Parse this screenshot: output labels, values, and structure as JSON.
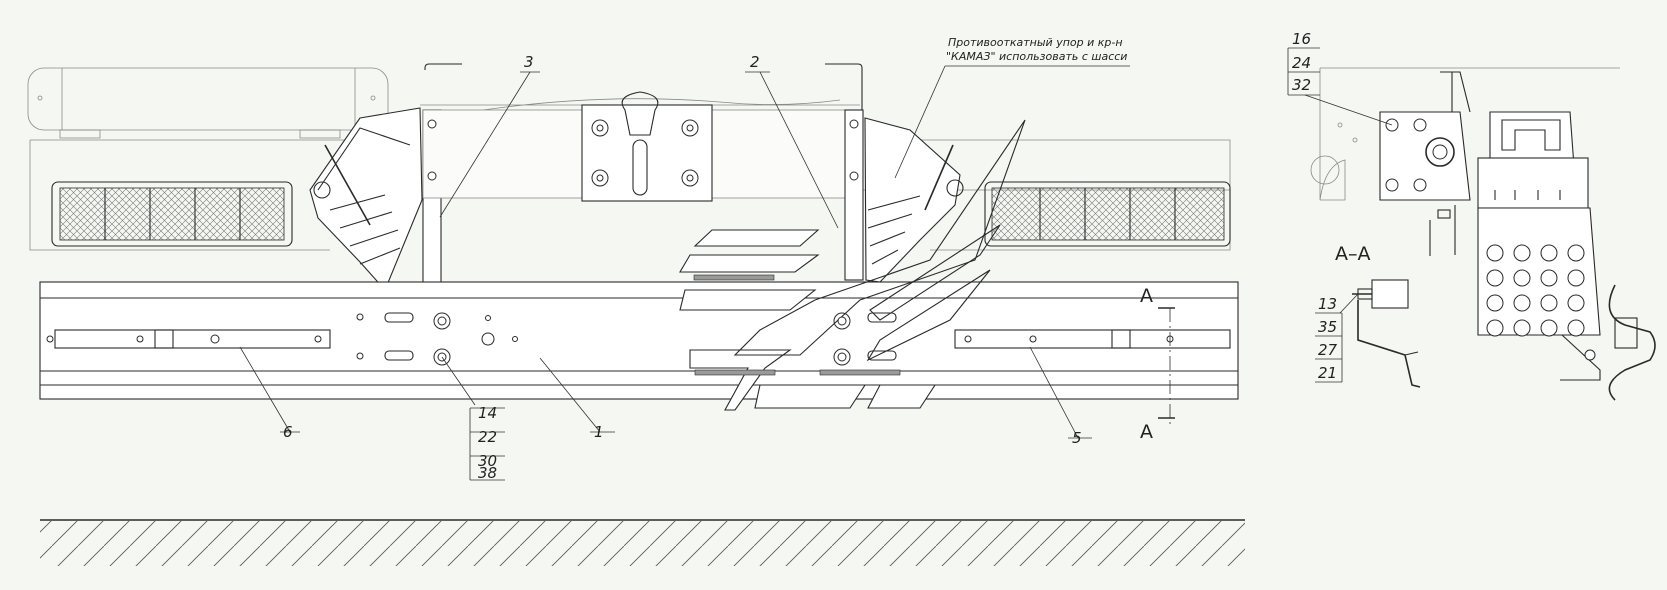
{
  "note": {
    "line1": "Противооткатный упор и кр-н",
    "line2": "\"КАМАЗ\" использовать с шасси"
  },
  "callouts": {
    "c1": "1",
    "c2": "2",
    "c3": "3",
    "c5": "5",
    "c6": "6",
    "stack_main": [
      "14",
      "22",
      "30",
      "38"
    ],
    "stack_side": [
      "16",
      "24",
      "32"
    ],
    "stack_section": [
      "13",
      "35",
      "27",
      "21"
    ]
  },
  "section": {
    "title": "А–А",
    "marker_top": "А",
    "marker_bottom": "А"
  }
}
